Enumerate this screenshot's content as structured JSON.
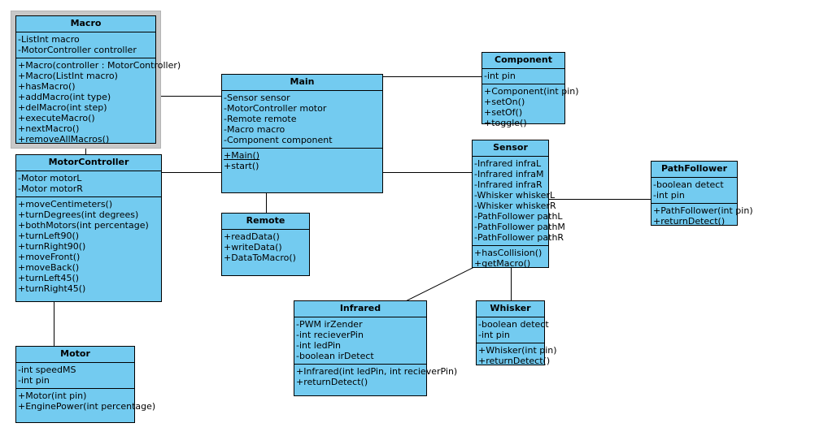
{
  "diagram": {
    "kind": "uml-class-diagram",
    "background": "#ffffff",
    "box_fill": "#73cbf0",
    "box_border": "#000000",
    "selection_frame": "#c8c8c8",
    "line_color": "#000000"
  },
  "classes": {
    "macro": {
      "name": "Macro",
      "attributes": [
        "-ListInt macro",
        "-MotorController controller"
      ],
      "methods": [
        "+Macro(controller : MotorController)",
        "+Macro(ListInt macro)",
        "+hasMacro()",
        "+addMacro(int type)",
        "+delMacro(int step)",
        "+executeMacro()",
        "+nextMacro()",
        "+removeAllMacros()"
      ]
    },
    "motorcontroller": {
      "name": "MotorController",
      "attributes": [
        "-Motor motorL",
        "-Motor motorR"
      ],
      "methods": [
        "+moveCentimeters()",
        "+turnDegrees(int degrees)",
        "+bothMotors(int percentage)",
        "+turnLeft90()",
        "+turnRight90()",
        "+moveFront()",
        "+moveBack()",
        "+turnLeft45()",
        "+turnRight45()"
      ]
    },
    "motor": {
      "name": "Motor",
      "attributes": [
        "-int speedMS",
        "-int pin"
      ],
      "methods": [
        "+Motor(int pin)",
        "+EnginePower(int percentage)"
      ]
    },
    "main": {
      "name": "Main",
      "attributes": [
        "-Sensor sensor",
        "-MotorController motor",
        "-Remote remote",
        "-Macro macro",
        "-Component component"
      ],
      "methods": [
        "+Main()",
        "+start()"
      ],
      "static_methods": [
        "+Main()"
      ]
    },
    "remote": {
      "name": "Remote",
      "attributes": [],
      "methods": [
        "+readData()",
        "+writeData()",
        "+DataToMacro()"
      ]
    },
    "component": {
      "name": "Component",
      "attributes": [
        "-int pin"
      ],
      "methods": [
        "+Component(int pin)",
        "+setOn()",
        "+setOf()",
        "+toggle()"
      ]
    },
    "sensor": {
      "name": "Sensor",
      "attributes": [
        "-Infrared infraL",
        "-Infrared infraM",
        "-Infrared infraR",
        "-Whisker whiskerL",
        "-Whisker whiskerR",
        "-PathFollower pathL",
        "-PathFollower pathM",
        "-PathFollower pathR"
      ],
      "methods": [
        "+hasCollision()",
        "+getMacro()"
      ]
    },
    "pathfollower": {
      "name": "PathFollower",
      "attributes": [
        "-boolean detect",
        "-int pin"
      ],
      "methods": [
        "+PathFollower(int pin)",
        "+returnDetect()"
      ]
    },
    "infrared": {
      "name": "Infrared",
      "attributes": [
        "-PWM irZender",
        "-int recieverPin",
        "-int ledPin",
        "-boolean irDetect"
      ],
      "methods": [
        "+Infrared(int ledPin, int recieverPin)",
        "+returnDetect()"
      ]
    },
    "whisker": {
      "name": "Whisker",
      "attributes": [
        "-boolean detect",
        "-int pin"
      ],
      "methods": [
        "+Whisker(int pin)",
        "+returnDetect()"
      ]
    }
  },
  "associations": [
    {
      "from": "Macro",
      "to": "MotorController"
    },
    {
      "from": "Macro",
      "to": "Main"
    },
    {
      "from": "MotorController",
      "to": "Main"
    },
    {
      "from": "MotorController",
      "to": "Motor"
    },
    {
      "from": "Main",
      "to": "Component"
    },
    {
      "from": "Main",
      "to": "Sensor"
    },
    {
      "from": "Main",
      "to": "Remote"
    },
    {
      "from": "Sensor",
      "to": "PathFollower"
    },
    {
      "from": "Sensor",
      "to": "Infrared"
    },
    {
      "from": "Sensor",
      "to": "Whisker"
    }
  ]
}
